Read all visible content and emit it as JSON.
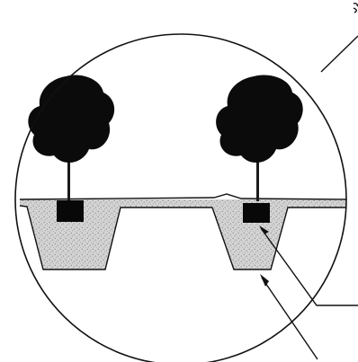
{
  "diagram": {
    "subject": "detail-circle",
    "colors": {
      "outline": "#111111",
      "ground_fill": "#d4d4d4",
      "ground_speckle": "#8a8a8a",
      "canopy": "#0b0b0b",
      "trunk": "#1a1a1a",
      "root_ball": "#080808",
      "leader": "#111111"
    },
    "trees": [
      {
        "id": "left",
        "icon": "tree-icon"
      },
      {
        "id": "right",
        "icon": "tree-icon"
      }
    ],
    "pits": [
      {
        "id": "left"
      },
      {
        "id": "right"
      }
    ],
    "callouts": [
      {
        "id": "top-right",
        "text": ""
      },
      {
        "id": "root-ball",
        "text": ""
      },
      {
        "id": "pit-base",
        "text": ""
      }
    ]
  }
}
